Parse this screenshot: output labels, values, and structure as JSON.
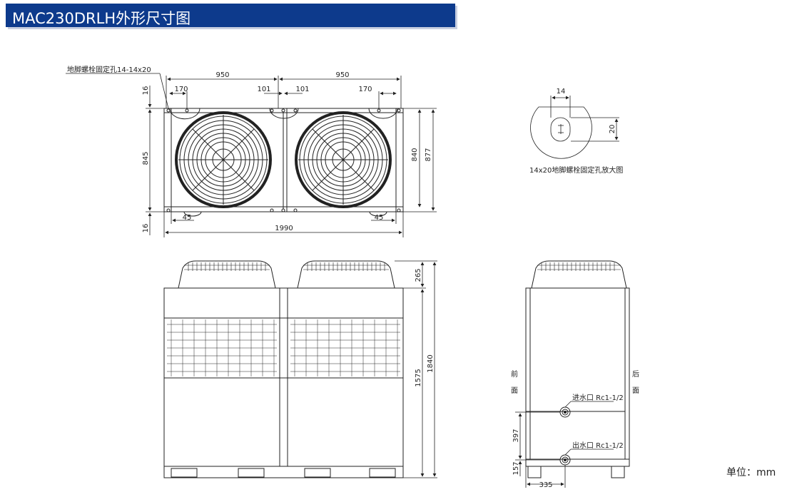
{
  "title": "MAC230DRLH外形尺寸图",
  "unit_note": "单位：mm",
  "top_view": {
    "anchor_hole_label": "地脚螺栓固定孔14-14x20",
    "dims": {
      "left_half": "950",
      "right_half": "950",
      "left_offset": "170",
      "center_left": "101",
      "center_right": "101",
      "right_offset": "170",
      "edge_top": "16",
      "edge_bottom": "16",
      "depth_outer": "845",
      "depth_inner": "840",
      "depth_total": "877",
      "bottom_left": "45",
      "bottom_right": "45",
      "total_width": "1990"
    }
  },
  "hole_detail": {
    "width": "14",
    "height": "20",
    "caption": "14x20地脚螺栓固定孔放大图"
  },
  "front_view": {
    "dims": {
      "fan_height": "265",
      "body_height": "1575",
      "total_height": "1840"
    }
  },
  "side_view": {
    "front_label": [
      "前",
      "面"
    ],
    "rear_label": [
      "后",
      "面"
    ],
    "inlet_label": "进水口  Rc1-1/2",
    "outlet_label": "出水口  Rc1-1/2",
    "dims": {
      "pipe_spacing": "397",
      "outlet_height": "157",
      "outlet_offset": "335"
    }
  }
}
